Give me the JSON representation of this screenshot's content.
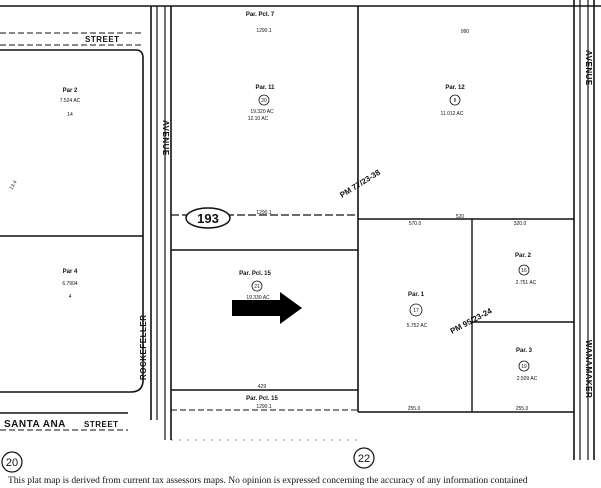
{
  "streets": {
    "street_top": "STREET",
    "avenue_left": "AVENUE",
    "rockefeller": "ROCKEFELLER",
    "santa_ana": "SANTA ANA",
    "street_bottom": "STREET",
    "wanamaker": "WANAMAKER",
    "avenue_right": "AVENUE"
  },
  "parcels": {
    "par_pcl_7": "Par. Pcl. 7",
    "par11_label": "Par. 11",
    "par11_num": "20",
    "par11_area": "19.320 AC",
    "par11_area2": "12.10 AC",
    "par12_label": "Par. 12",
    "par12_num": "8",
    "par12_area": "11.012 AC",
    "par2_left_label": "Par 2",
    "par2_left_area": "7.524 AC",
    "par2_left_num": "14",
    "par4_label": "Par 4",
    "par4_area": "6.7904",
    "par4_num": "4",
    "par_pcl_15_label": "Par. Pcl. 15",
    "par15_num": "21",
    "par15_area": "19.330 AC",
    "par1_label": "Par. 1",
    "par1_num": "17",
    "par1_area": "5.752 AC",
    "par2_right_label": "Par. 2",
    "par2_right_num": "16",
    "par2_right_area": "2.751 AC",
    "par3_label": "Par. 3",
    "par3_num": "19",
    "par3_area": "2.509 AC",
    "par_pcl_15_bottom": "Par. Pcl. 15",
    "pm_upper": "PM 77/23-38",
    "pm_lower": "PM 95/23-24",
    "side_num": "13.4"
  },
  "markers": {
    "route": "193",
    "section_left": "20",
    "section_center": "22"
  },
  "dims": {
    "d1": "1290.1",
    "d2": "1290.1",
    "d3": "990",
    "d4": "520",
    "d5": "320.0",
    "d6": "570.0",
    "d7": "429",
    "d8": "1290.1",
    "d9": "255.0",
    "d10": "255.0"
  },
  "footer": {
    "disclaimer": "This plat map is derived from current tax assessors maps.  No opinion is expressed concerning the accuracy of any information contained"
  },
  "colors": {
    "ink": "#111111",
    "paper": "#ffffff"
  }
}
